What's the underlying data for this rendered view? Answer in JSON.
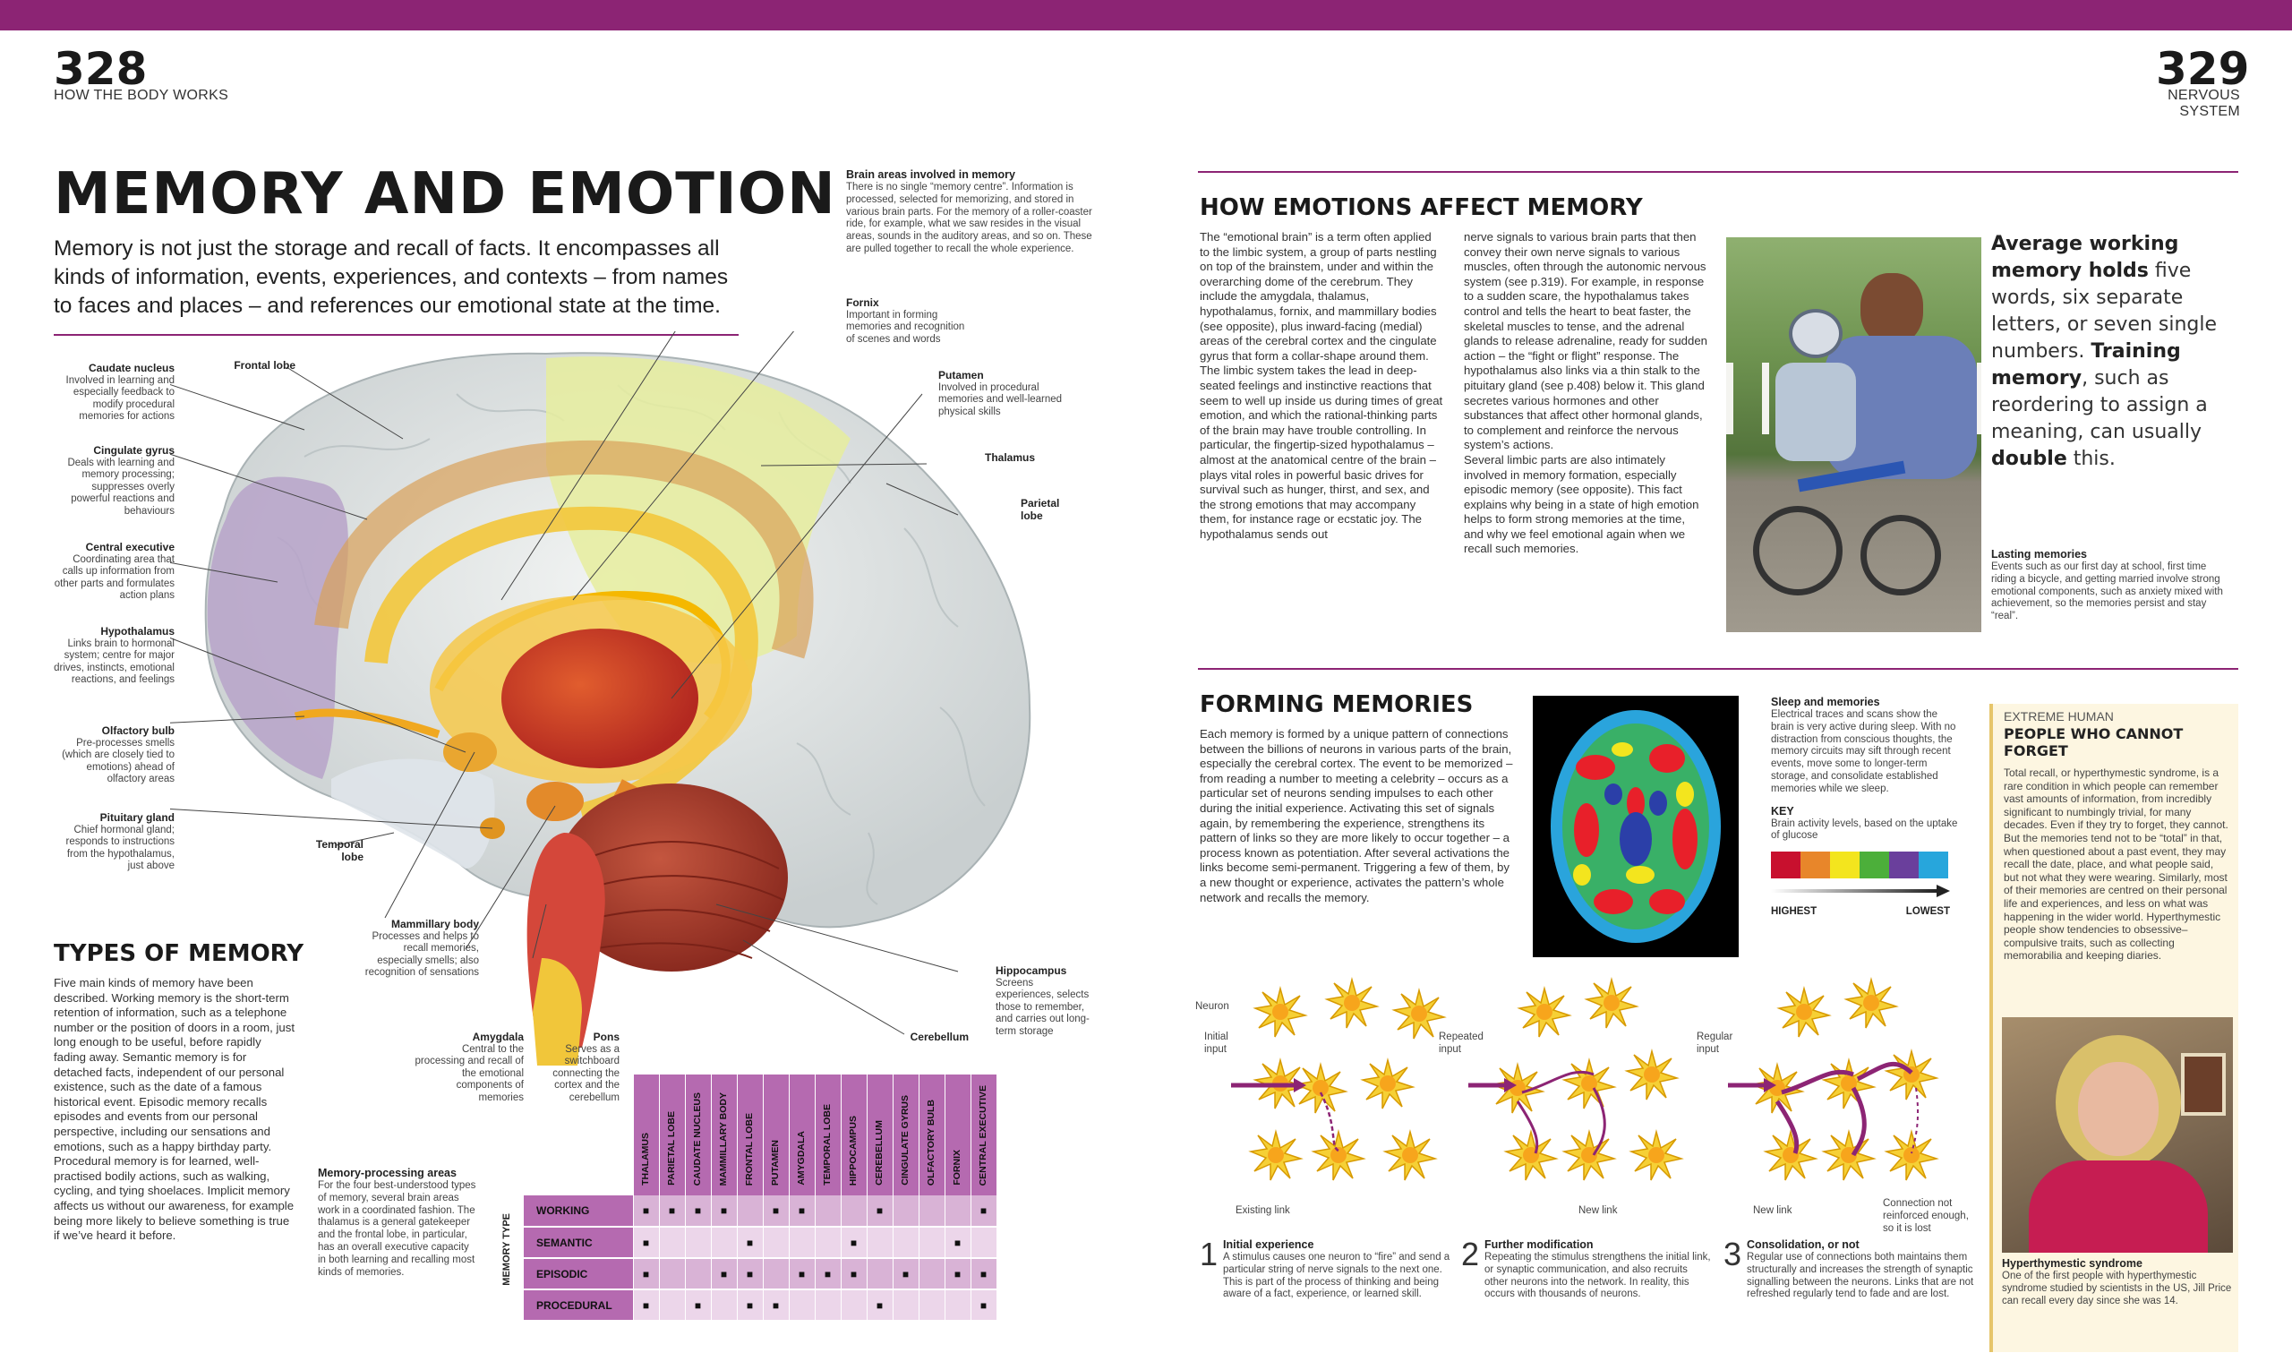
{
  "header": {
    "left_page_number": "328",
    "left_section": "HOW THE BODY WORKS",
    "right_page_number": "329",
    "right_section": "NERVOUS SYSTEM"
  },
  "title": "MEMORY AND EMOTION",
  "intro": "Memory is not just the storage and recall of facts. It encompasses all kinds of information, events, experiences, and contexts – from names to faces and places – and references our emotional state at the time.",
  "brain_areas_box": {
    "title": "Brain areas involved in memory",
    "text": "There is no single “memory centre”. Information is processed, selected for memorizing, and stored in various brain parts. For the memory of a roller-coaster ride, for example, what we saw resides in the visual areas, sounds in the auditory areas, and so on. These are pulled together to recall the whole experience."
  },
  "brain_labels": {
    "caudate": {
      "title": "Caudate nucleus",
      "text": "Involved in learning and especially feedback to modify procedural memories for actions"
    },
    "cingulate": {
      "title": "Cingulate gyrus",
      "text": "Deals with learning and memory processing; suppresses overly powerful reactions and behaviours"
    },
    "central_exec": {
      "title": "Central executive",
      "text": "Coordinating area that calls up information from other parts and formulates action plans"
    },
    "hypothalamus": {
      "title": "Hypothalamus",
      "text": "Links brain to hormonal system; centre for major drives, instincts, emotional reactions, and feelings"
    },
    "olfactory": {
      "title": "Olfactory bulb",
      "text": "Pre-processes smells (which are closely tied to emotions) ahead of olfactory areas"
    },
    "pituitary": {
      "title": "Pituitary gland",
      "text": "Chief hormonal gland; responds to instructions from the hypothalamus, just above"
    },
    "frontal": {
      "title": "Frontal lobe"
    },
    "temporal": {
      "title": "Temporal lobe"
    },
    "fornix": {
      "title": "Fornix",
      "text": "Important in forming memories and recognition of scenes and words"
    },
    "putamen": {
      "title": "Putamen",
      "text": "Involved in procedural memories and well-learned physical skills"
    },
    "thalamus": {
      "title": "Thalamus"
    },
    "parietal": {
      "title": "Parietal lobe"
    },
    "mammillary": {
      "title": "Mammillary body",
      "text": "Processes and helps to recall memories, especially smells; also recognition of sensations"
    },
    "amygdala": {
      "title": "Amygdala",
      "text": "Central to the processing and recall of the emotional components of memories"
    },
    "pons": {
      "title": "Pons",
      "text": "Serves as a switchboard connecting the cortex and the cerebellum"
    },
    "hippocampus": {
      "title": "Hippocampus",
      "text": "Screens experiences, selects those to remember, and carries out long-term storage"
    },
    "cerebellum": {
      "title": "Cerebellum"
    }
  },
  "types_of_memory": {
    "heading": "TYPES OF MEMORY",
    "text": "Five main kinds of memory have been described. Working memory is the short-term retention of information, such as a telephone number or the position of doors in a room, just long enough to be useful, before rapidly fading away. Semantic memory is for detached facts, independent of our personal existence, such as the date of a famous historical event. Episodic memory recalls episodes and events from our personal perspective, including our sensations and emotions, such as a happy birthday party. Procedural memory is for learned, well-practised bodily actions, such as walking, cycling, and tying shoelaces. Implicit memory affects us without our awareness, for example being more likely to believe something is true if we’ve heard it before."
  },
  "memory_processing": {
    "title": "Memory-processing areas",
    "text": "For the four best-understood types of memory, several brain areas work in a coordinated fashion. The thalamus is a general gatekeeper and the frontal lobe, in particular, has an overall executive capacity in both learning and recalling most kinds of memories."
  },
  "memory_table": {
    "axis_label": "MEMORY TYPE",
    "columns": [
      "THALAMUS",
      "PARIETAL LOBE",
      "CAUDATE NUCLEUS",
      "MAMMILLARY BODY",
      "FRONTAL LOBE",
      "PUTAMEN",
      "AMYGDALA",
      "TEMPORAL LOBE",
      "HIPPOCAMPUS",
      "CEREBELLUM",
      "CINGULATE GYRUS",
      "OLFACTORY BULB",
      "FORNIX",
      "CENTRAL EXECUTIVE"
    ],
    "mark": "■",
    "rows": [
      {
        "label": "WORKING",
        "marks": [
          1,
          1,
          1,
          1,
          0,
          1,
          1,
          0,
          0,
          1,
          0,
          0,
          0,
          1,
          1
        ]
      },
      {
        "label": "SEMANTIC",
        "marks": [
          1,
          0,
          0,
          0,
          1,
          0,
          0,
          0,
          1,
          0,
          0,
          0,
          1,
          0
        ]
      },
      {
        "label": "EPISODIC",
        "marks": [
          1,
          0,
          0,
          1,
          1,
          0,
          1,
          1,
          1,
          0,
          1,
          0,
          1,
          1
        ]
      },
      {
        "label": "PROCEDURAL",
        "marks": [
          1,
          0,
          1,
          0,
          1,
          1,
          0,
          0,
          0,
          1,
          0,
          0,
          0,
          1
        ]
      }
    ]
  },
  "emotions": {
    "heading": "HOW EMOTIONS AFFECT MEMORY",
    "col1": "The “emotional brain” is a term often applied to the limbic system, a group of parts nestling on top of the brainstem, under and within the overarching dome of the cerebrum. They include the amygdala, thalamus, hypothalamus, fornix, and mammillary bodies (see opposite), plus inward-facing (medial) areas of the cerebral cortex and the cingulate gyrus that form a collar-shape around them.\n    The limbic system takes the lead in deep-seated feelings and instinctive reactions that seem to well up inside us during times of great emotion, and which the rational-thinking parts of the brain may have trouble controlling. In particular, the fingertip-sized hypothalamus – almost at the anatomical centre of the brain – plays vital roles in powerful basic drives for survival such as hunger, thirst, and sex, and the strong emotions that may accompany them, for instance rage or ecstatic joy. The hypothalamus sends out",
    "col2": "nerve signals to various brain parts that then convey their own nerve signals to various muscles, often through the autonomic nervous system (see p.319). For example, in response to a sudden scare, the hypothalamus takes control and tells the heart to beat faster, the skeletal muscles to tense, and the adrenal glands to release adrenaline, ready for sudden action – the “fight or flight” response. The hypothalamus also links via a thin stalk to the pituitary gland (see p.408) below it. This gland secretes various hormones and other substances that affect other hormonal glands, to complement and reinforce the nervous system’s actions.\n    Several limbic parts are also intimately involved in memory formation, especially episodic memory (see opposite). This fact explains why being in a state of high emotion helps to form strong memories at the time, and why we feel emotional again when we recall such memories."
  },
  "working_memory_fact": {
    "bold1": "Average working memory holds",
    "text1": " five words, six separate letters, or seven single numbers. ",
    "bold2": "Training memory",
    "text2": ", such as reordering to assign a meaning, can usually ",
    "bold3": "double",
    "text3": " this."
  },
  "lasting_memories": {
    "title": "Lasting memories",
    "text": "Events such as our first day at school, first time riding a bicycle, and getting married involve strong emotional components, such as anxiety mixed with achievement, so the memories persist and stay “real”."
  },
  "forming": {
    "heading": "FORMING MEMORIES",
    "text": "Each memory is formed by a unique pattern of connections between the billions of neurons in various parts of the brain, especially the cerebral cortex. The event to be memorized – from reading a number to meeting a celebrity – occurs as a particular set of neurons sending impulses to each other during the initial experience. Activating this set of signals again, by remembering the experience, strengthens its pattern of links so they are more likely to occur together – a process known as potentiation. After several activations the links become semi-permanent. Triggering a few of them, by a new thought or experience, activates the pattern’s whole network and recalls the memory."
  },
  "sleep": {
    "title": "Sleep and memories",
    "text": "Electrical traces and scans show the brain is very active during sleep. With no distraction from conscious thoughts, the memory circuits may sift through recent events, move some to longer-term storage, and consolidate established memories while we sleep.",
    "key_title": "KEY",
    "key_text": "Brain activity levels, based on the uptake of glucose",
    "highest": "HIGHEST",
    "lowest": "LOWEST",
    "colors": [
      "#c8102e",
      "#e8862a",
      "#f3e51e",
      "#4caf3a",
      "#6a3f9c",
      "#27a6dc"
    ]
  },
  "extreme": {
    "kicker": "EXTREME HUMAN",
    "title": "PEOPLE WHO CANNOT FORGET",
    "text": "Total recall, or hyperthymestic syndrome, is a rare condition in which people can remember vast amounts of information, from incredibly significant to numbingly trivial, for many decades. Even if they try to forget, they cannot. But the memories tend not to be “total” in that, when questioned about a past event, they may recall the date, place, and what people said, but not what they were wearing. Similarly, most of their memories are centred on their personal life and experiences, and less on what was happening in the wider world. Hyperthymestic people show tendencies to obsessive–compulsive traits, such as collecting memorabilia and keeping diaries.",
    "photo_title": "Hyperthymestic syndrome",
    "photo_text": "One of the first people with hyperthymestic syndrome studied by scientists in the US, Jill Price can recall every day since she was 14."
  },
  "neuron_diagram": {
    "neuron": "Neuron",
    "initial_input": "Initial input",
    "repeated_input": "Repeated input",
    "regular_input": "Regular input",
    "existing_link": "Existing link",
    "new_link_1": "New link",
    "new_link_2": "New link",
    "not_reinforced": "Connection not reinforced enough, so it is lost"
  },
  "steps": [
    {
      "num": "1",
      "title": "Initial experience",
      "text": "A stimulus causes one neuron to “fire” and send a particular string of nerve signals to the next one. This is part of the process of thinking and being aware of a fact, experience, or learned skill."
    },
    {
      "num": "2",
      "title": "Further modification",
      "text": "Repeating the stimulus strengthens the initial link, or synaptic communication, and also recruits other neurons into the network. In reality, this occurs with thousands of neurons."
    },
    {
      "num": "3",
      "title": "Consolidation, or not",
      "text": "Regular use of connections both maintains them structurally and increases the strength of synaptic signalling between the neurons. Links that are not refreshed regularly tend to fade and are lost."
    }
  ]
}
